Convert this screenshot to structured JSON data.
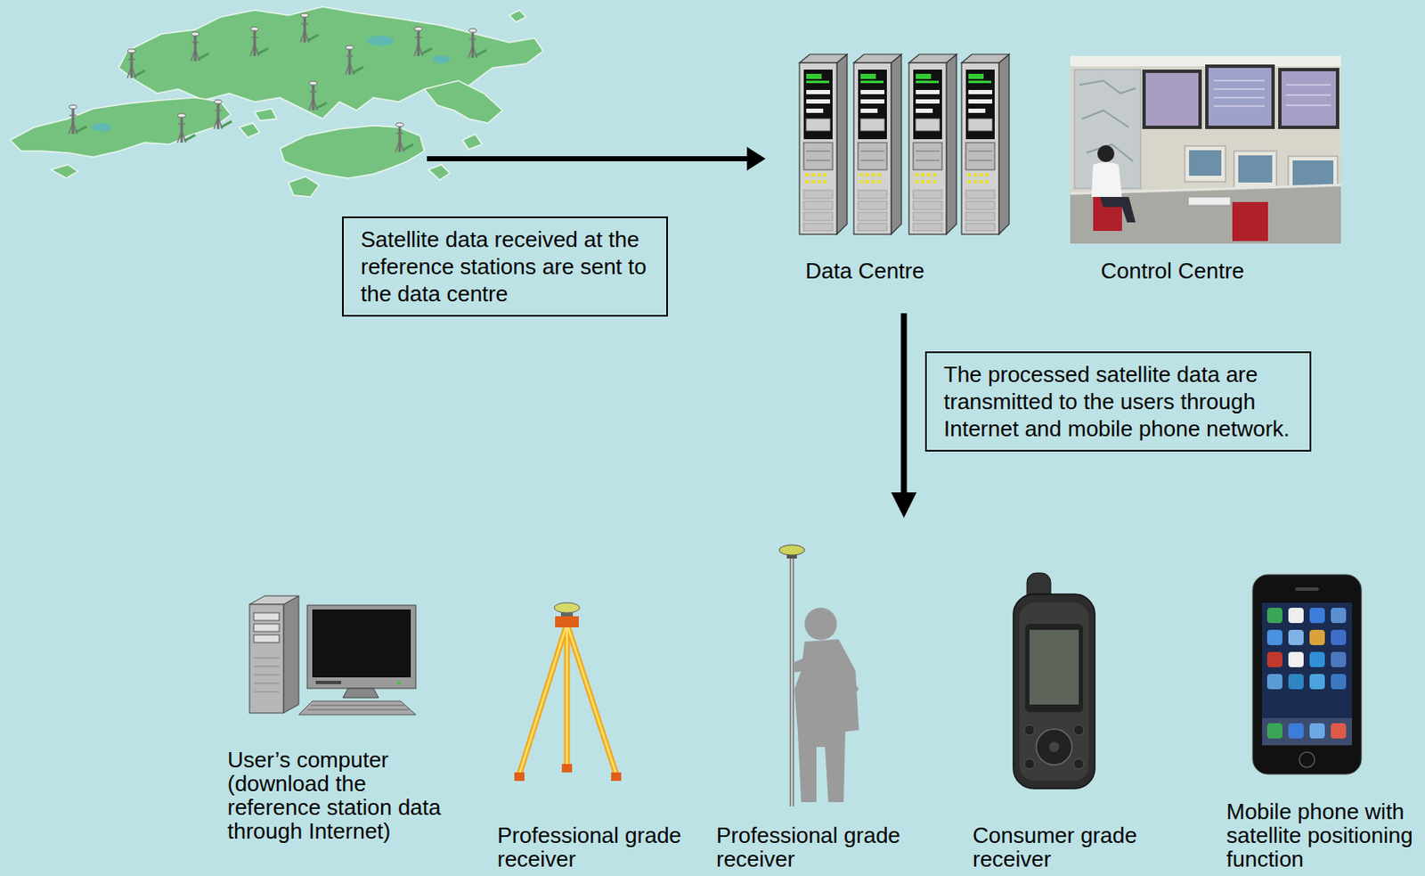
{
  "diagram": {
    "nodes": [
      {
        "text": [
          "Data Centre"
        ]
      },
      {
        "text": [
          "Control Centre"
        ]
      },
      {
        "text": [
          "Satellite data received at the reference stations are sent to the data centre"
        ]
      },
      {
        "text": [
          "The processed satellite data are transmitted to the users through Internet and mobile phone network."
        ]
      },
      {
        "text": [
          "User’s computer (download the reference station data through Internet)"
        ]
      },
      {
        "text": [
          "Professional grade receiver"
        ]
      },
      {
        "text": [
          "Professional grade receiver"
        ]
      },
      {
        "text": [
          "Consumer grade receiver"
        ]
      },
      {
        "text": [
          "Mobile phone with satellite positioning function"
        ]
      }
    ]
  }
}
